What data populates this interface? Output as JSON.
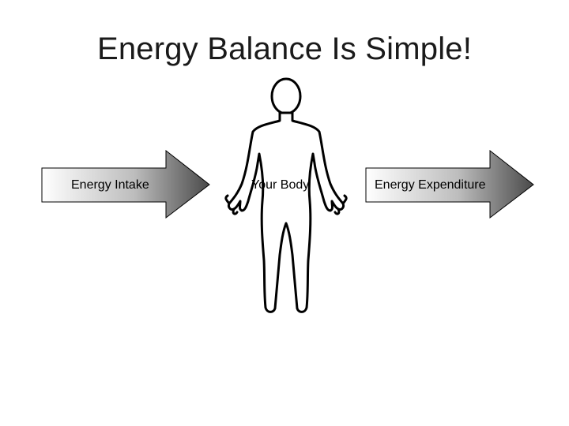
{
  "slide": {
    "title": "Energy Balance Is Simple!"
  },
  "diagram": {
    "intake_label": "Energy Intake",
    "body_label": "Your Body",
    "expenditure_label": "Energy Expenditure",
    "body_icon": "human-body-outline-icon",
    "arrow_icon": "right-arrow-icon",
    "colors": {
      "arrow_gradient_start": "#ffffff",
      "arrow_gradient_end": "#4a4a4a",
      "outline": "#000000"
    }
  }
}
